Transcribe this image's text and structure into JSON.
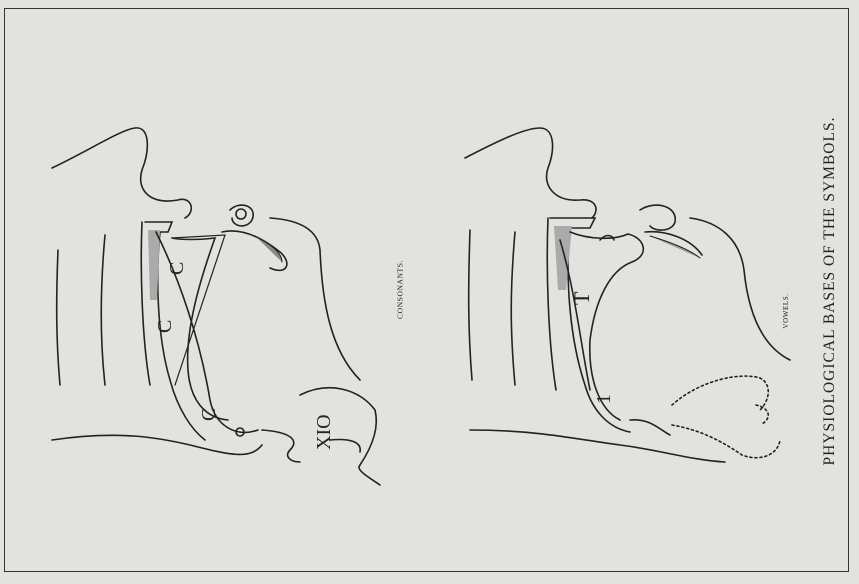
{
  "plate": {
    "title": "PHYSIOLOGICAL BASES OF THE SYMBOLS.",
    "consonants_label": "CONSONANTS.",
    "vowels_label": "VOWELS."
  },
  "colors": {
    "paper": "#e2e2df",
    "ink": "#222222"
  },
  "symbols": {
    "consonants": [
      "C",
      "C",
      "C",
      "X I O"
    ],
    "vowels": [
      "T",
      "1"
    ]
  }
}
